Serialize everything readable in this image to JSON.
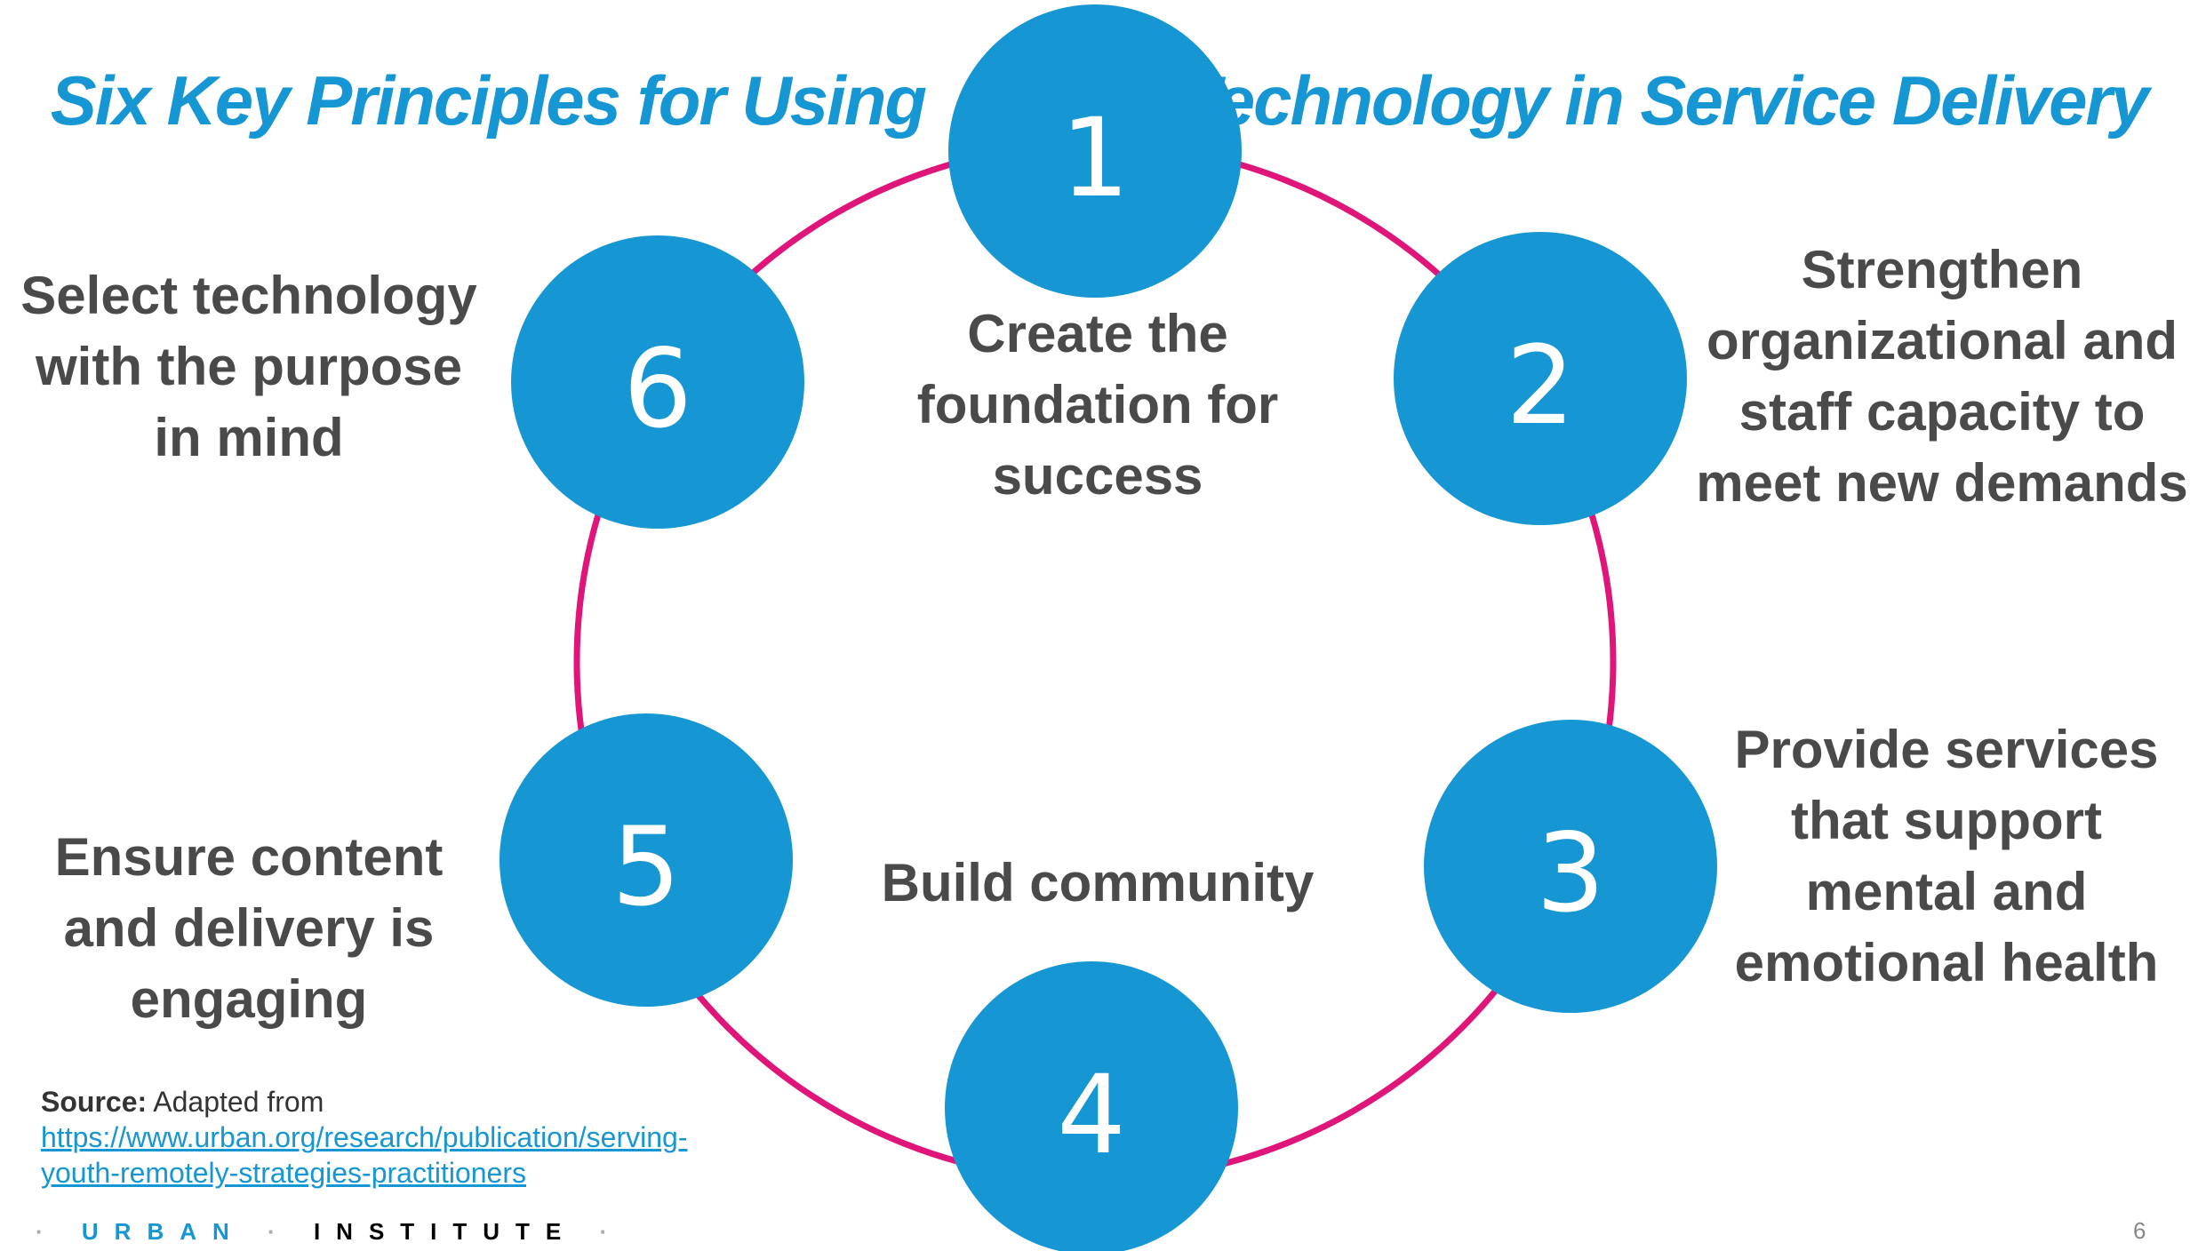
{
  "slide": {
    "title_part1": "Six Key Principles for Using",
    "title_part2": "Technology in Service Delivery"
  },
  "principles": [
    {
      "number": "1",
      "label": "Create the foundation for success"
    },
    {
      "number": "2",
      "label": "Strengthen organizational and staff capacity to meet new demands"
    },
    {
      "number": "3",
      "label": "Provide services that support mental and emotional health"
    },
    {
      "number": "4",
      "label": "Build community"
    },
    {
      "number": "5",
      "label": "Ensure content and delivery is engaging"
    },
    {
      "number": "6",
      "label": "Select technology with the purpose in mind"
    }
  ],
  "source": {
    "prefix": "Source:",
    "text": "Adapted from",
    "link": "https://www.urban.org/research/publication/serving-youth-remotely-strategies-practitioners"
  },
  "footer": {
    "logo_urban": "URBAN",
    "logo_institute": "INSTITUTE",
    "page_number": "6"
  },
  "colors": {
    "circle_fill": "#1696d2",
    "ring": "#e0157a",
    "title": "#1696d2",
    "label_text": "#4a4a4a"
  }
}
